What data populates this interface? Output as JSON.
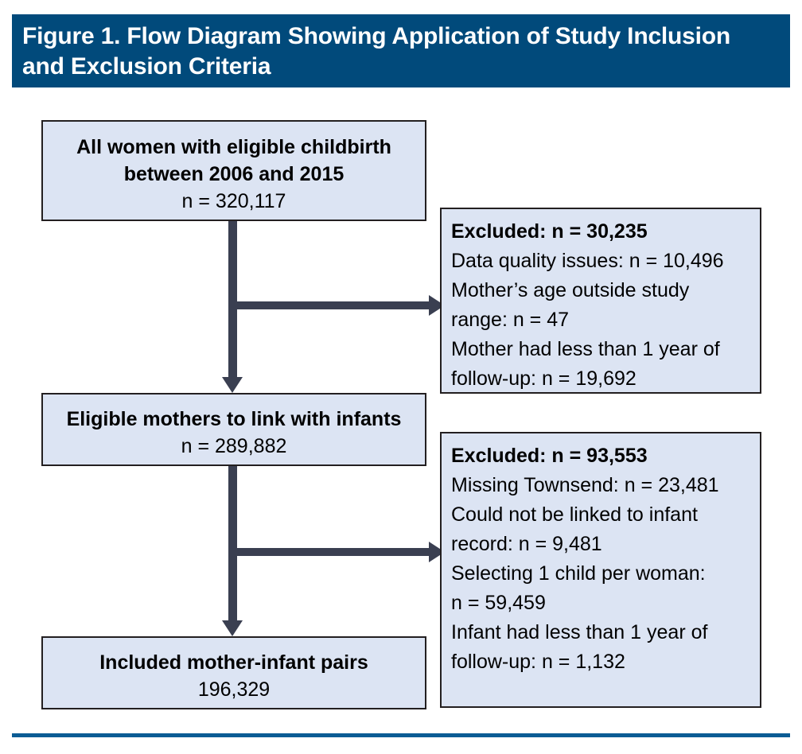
{
  "figure": {
    "title": "Figure 1. Flow Diagram Showing Application of Study Inclusion and Exclusion Criteria",
    "banner_color": "#014A7B",
    "box_fill_color": "#DCE4F3",
    "box_border_color": "#231F20",
    "connector_color": "#3A3F51",
    "footer_rule_color": "#0B5C94"
  },
  "flow": {
    "boxes": [
      {
        "id": "all-women",
        "lines": [
          {
            "text": "All women with eligible childbirth",
            "bold": true
          },
          {
            "text": "between 2006 and 2015",
            "bold": true
          },
          {
            "text": "n = 320,117",
            "bold": false
          }
        ],
        "n": "320,117"
      },
      {
        "id": "eligible-mothers",
        "lines": [
          {
            "text": "Eligible mothers to link with infants",
            "bold": true
          },
          {
            "text": "n = 289,882",
            "bold": false
          }
        ],
        "n": "289,882"
      },
      {
        "id": "included-pairs",
        "lines": [
          {
            "text": "Included mother-infant pairs",
            "bold": true
          },
          {
            "text": "196,329",
            "bold": false
          }
        ],
        "n": "196,329"
      }
    ],
    "exclusions": [
      {
        "id": "excluded-1",
        "lines": [
          {
            "text": "Excluded: n = 30,235",
            "bold": true
          },
          {
            "text": "Data quality issues: n = 10,496",
            "bold": false
          },
          {
            "text": "Mother’s age outside study",
            "bold": false
          },
          {
            "text": "range: n = 47",
            "bold": false
          },
          {
            "text": "Mother had less than 1 year of",
            "bold": false
          },
          {
            "text": "follow-up: n = 19,692",
            "bold": false
          }
        ],
        "total": "30,235",
        "reasons": [
          {
            "label": "Data quality issues",
            "n": "10,496"
          },
          {
            "label": "Mother’s age outside study range",
            "n": "47"
          },
          {
            "label": "Mother had less than 1 year of follow-up",
            "n": "19,692"
          }
        ]
      },
      {
        "id": "excluded-2",
        "lines": [
          {
            "text": "Excluded: n = 93,553",
            "bold": true
          },
          {
            "text": "Missing Townsend: n = 23,481",
            "bold": false
          },
          {
            "text": "Could not be linked to infant",
            "bold": false
          },
          {
            "text": "record: n = 9,481",
            "bold": false
          },
          {
            "text": "Selecting 1 child per woman:",
            "bold": false
          },
          {
            "text": "n = 59,459",
            "bold": false
          },
          {
            "text": "Infant had less than 1 year of",
            "bold": false
          },
          {
            "text": "follow-up: n = 1,132",
            "bold": false
          }
        ],
        "total": "93,553",
        "reasons": [
          {
            "label": "Missing Townsend",
            "n": "23,481"
          },
          {
            "label": "Could not be linked to infant record",
            "n": "9,481"
          },
          {
            "label": "Selecting 1 child per woman",
            "n": "59,459"
          },
          {
            "label": "Infant had less than 1 year of follow-up",
            "n": "1,132"
          }
        ]
      }
    ]
  }
}
